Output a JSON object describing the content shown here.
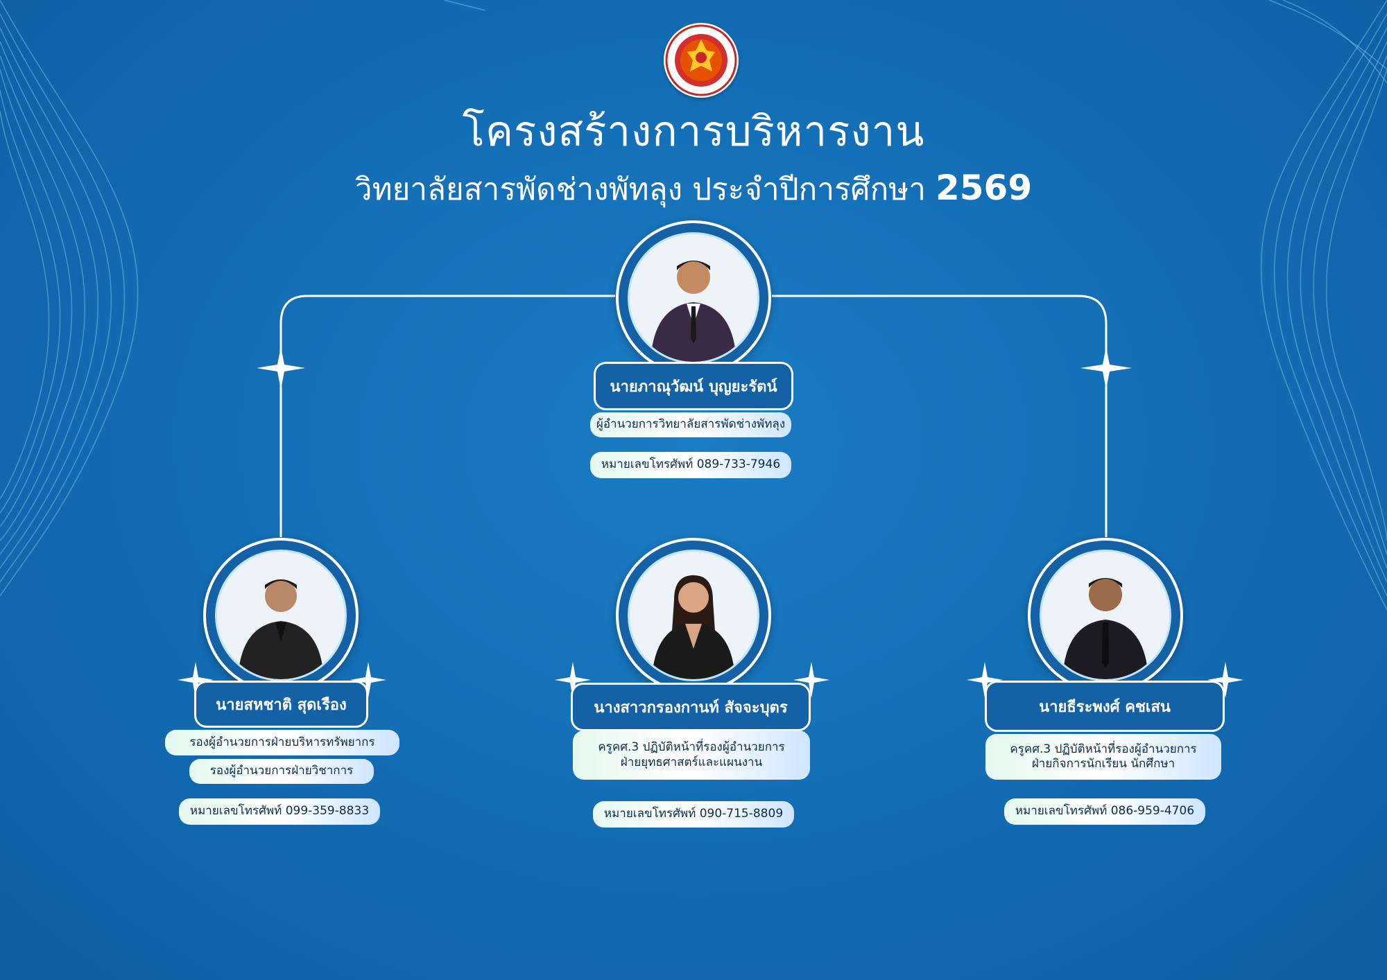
{
  "header": {
    "title": "โครงสร้างการบริหารงาน",
    "subtitle": "วิทยาลัยสารพัดช่างพัทลุง  ประจำปีการศึกษา",
    "year": "2569"
  },
  "colors": {
    "background": "#146fb6",
    "ring": "#1461a6",
    "line": "#ffffff",
    "pill_start": "#e4f8ee",
    "pill_end": "#cfe6ff"
  },
  "people": {
    "director": {
      "name": "นายภาณุวัฒน์ บุญยะรัตน์",
      "position": "ผู้อำนวยการวิทยาลัยสารพัดช่างพัทลุง",
      "phone": "หมายเลขโทรศัพท์ 089-733-7946"
    },
    "deputy_left": {
      "name": "นายสหชาติ สุดเรือง",
      "position_1": "รองผู้อำนวยการฝ่ายบริหารทรัพยากร",
      "position_2": "รองผู้อำนวยการฝ่ายวิชาการ",
      "phone": "หมายเลขโทรศัพท์ 099-359-8833"
    },
    "deputy_center": {
      "name": "นางสาวกรองกานท์ สัจจะบุตร",
      "position_line1": "ครูคศ.3 ปฏิบัติหน้าที่รองผู้อำนวยการ",
      "position_line2": "ฝ่ายยุทธศาสตร์และแผนงาน",
      "phone": "หมายเลขโทรศัพท์ 090-715-8809"
    },
    "deputy_right": {
      "name": "นายธีระพงศ์ คชเสน",
      "position_line1": "ครูคศ.3 ปฏิบัติหน้าที่รองผู้อำนวยการ",
      "position_line2": "ฝ่ายกิจการนักเรียน นักศึกษา",
      "phone": "หมายเลขโทรศัพท์ 086-959-4706"
    }
  }
}
